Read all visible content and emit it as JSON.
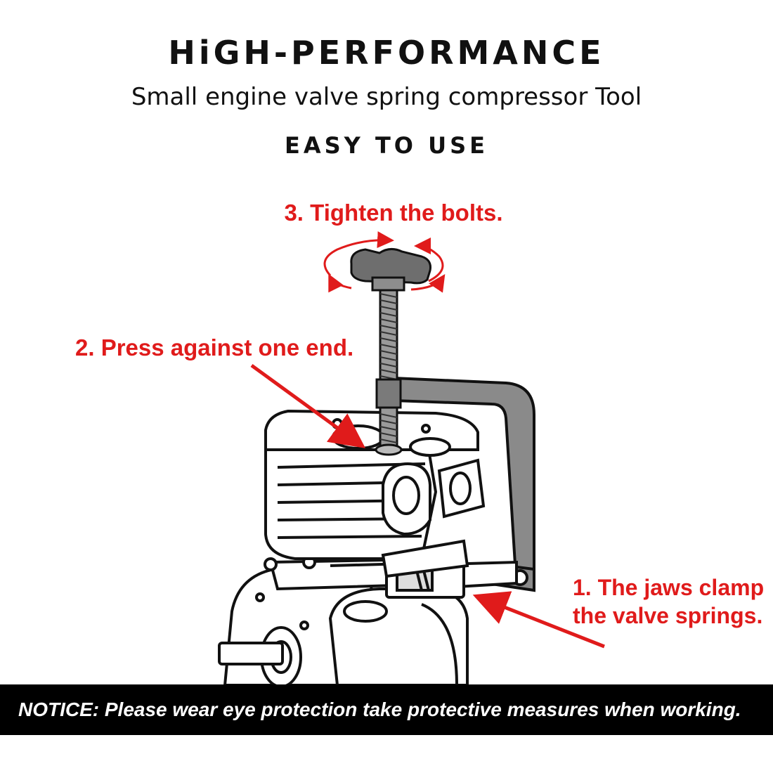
{
  "header": {
    "headline": "HiGH-PERFORMANCE",
    "subtitle": "Small engine valve spring compressor Tool",
    "tagline": "EASY TO USE"
  },
  "steps": {
    "step3": "3. Tighten the bolts.",
    "step2": "2. Press against one end.",
    "step1_line1": "1. The jaws clamp",
    "step1_line2": "the valve springs."
  },
  "notice": {
    "text": "NOTICE: Please wear eye protection take protective measures when working."
  },
  "colors": {
    "annotation_red": "#e01b1b",
    "text_black": "#111111",
    "notice_background": "#000000",
    "notice_text": "#ffffff",
    "tool_gray": "#8a8a8a"
  }
}
